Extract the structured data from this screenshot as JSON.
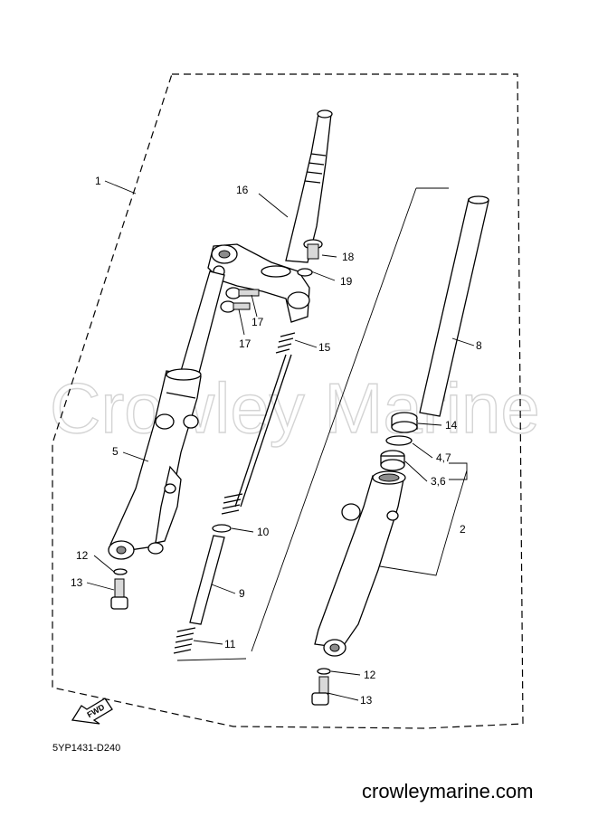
{
  "watermark": "Crowley Marine",
  "diagram_code": "5YP1431-D240",
  "footer_site": "crowleymarine.com",
  "fwd_label": "FWD",
  "callouts": {
    "c1": "1",
    "c2": "2",
    "c3_6": "3,6",
    "c4_7": "4,7",
    "c5": "5",
    "c8": "8",
    "c9": "9",
    "c10": "10",
    "c11": "11",
    "c12a": "12",
    "c12b": "12",
    "c13a": "13",
    "c13b": "13",
    "c14": "14",
    "c15": "15",
    "c16": "16",
    "c17a": "17",
    "c17b": "17",
    "c18": "18",
    "c19": "19"
  }
}
